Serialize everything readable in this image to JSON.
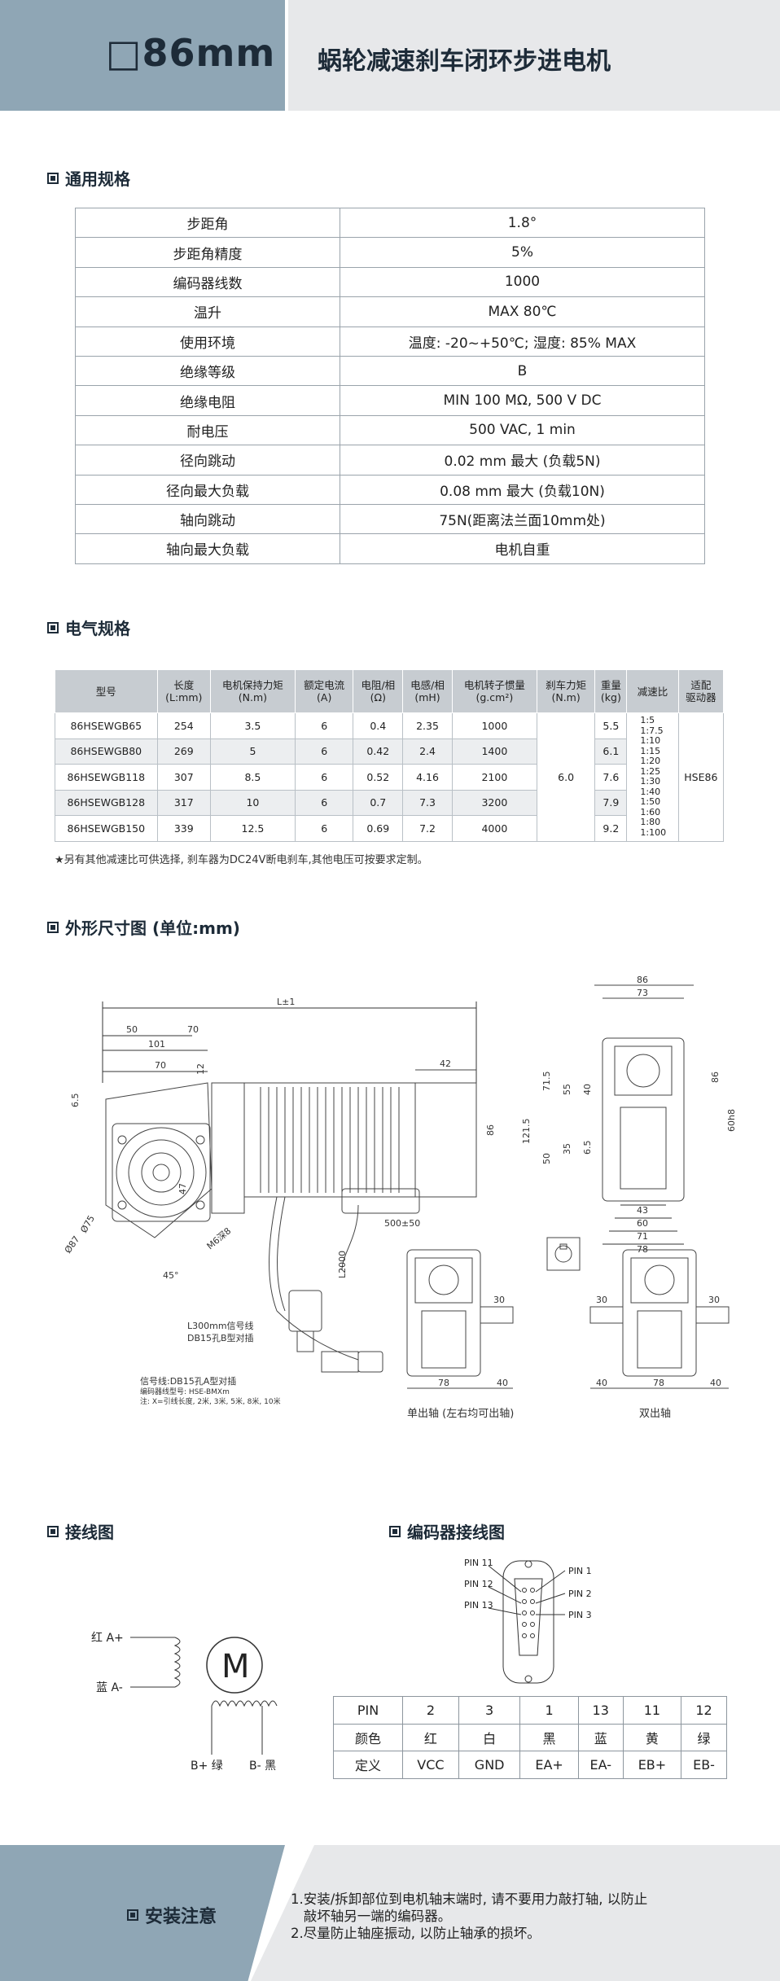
{
  "header": {
    "title": "□86mm",
    "subtitle": "蜗轮减速刹车闭环步进电机"
  },
  "sections": {
    "general": "通用规格",
    "electrical": "电气规格",
    "dimensions": "外形尺寸图 (单位:mm)",
    "wiring": "接线图",
    "encoder": "编码器接线图",
    "install": "安装注意"
  },
  "general_specs": [
    {
      "k": "步距角",
      "v": "1.8°"
    },
    {
      "k": "步距角精度",
      "v": "5%"
    },
    {
      "k": "编码器线数",
      "v": "1000"
    },
    {
      "k": "温升",
      "v": "MAX 80℃"
    },
    {
      "k": "使用环境",
      "v": "温度: -20~+50℃; 湿度: 85% MAX"
    },
    {
      "k": "绝缘等级",
      "v": "B"
    },
    {
      "k": "绝缘电阻",
      "v": "MIN 100 MΩ, 500 V DC"
    },
    {
      "k": "耐电压",
      "v": "500 VAC, 1 min"
    },
    {
      "k": "径向跳动",
      "v": "0.02 mm 最大 (负载5N)"
    },
    {
      "k": "径向最大负载",
      "v": "0.08 mm 最大 (负载10N)"
    },
    {
      "k": "轴向跳动",
      "v": "75N(距离法兰面10mm处)"
    },
    {
      "k": "轴向最大负载",
      "v": "电机自重"
    }
  ],
  "electrical": {
    "headers": [
      "型号",
      "长度\n(L:mm)",
      "电机保持力矩\n(N.m)",
      "额定电流\n(A)",
      "电阻/相\n(Ω)",
      "电感/相\n(mH)",
      "电机转子惯量\n(g.cm²)",
      "刹车力矩\n(N.m)",
      "重量\n(kg)",
      "减速比",
      "适配\n驱动器"
    ],
    "rows": [
      [
        "86HSEWGB65",
        "254",
        "3.5",
        "6",
        "0.4",
        "2.35",
        "1000",
        "5.5"
      ],
      [
        "86HSEWGB80",
        "269",
        "5",
        "6",
        "0.42",
        "2.4",
        "1400",
        "6.1"
      ],
      [
        "86HSEWGB118",
        "307",
        "8.5",
        "6",
        "0.52",
        "4.16",
        "2100",
        "7.6"
      ],
      [
        "86HSEWGB128",
        "317",
        "10",
        "6",
        "0.7",
        "7.3",
        "3200",
        "7.9"
      ],
      [
        "86HSEWGB150",
        "339",
        "12.5",
        "6",
        "0.69",
        "7.2",
        "4000",
        "9.2"
      ]
    ],
    "brake": "6.0",
    "ratios": "1:5\n1:7.5\n1:10\n1:15\n1:20\n1:25\n1:30\n1:40\n1:50\n1:60\n1:80\n1:100",
    "driver": "HSE86",
    "note": "★另有其他减速比可供选择, 刹车器为DC24V断电刹车,其他电压可按要求定制。"
  },
  "drawing": {
    "L": "L±1",
    "d50": "50",
    "d70": "70",
    "d101": "101",
    "d70b": "70",
    "d12": "12",
    "d65": "6.5",
    "d42": "42",
    "d86": "86",
    "d47": "47",
    "m6": "M6深8",
    "d45": "45°",
    "d75": "Ø75",
    "d87": "Ø87",
    "d500": "500±50",
    "l2000": "L2000",
    "sig1": "L300mm信号线",
    "sig2": "DB15孔B型对插",
    "sig3": "信号线:DB15孔A型对插",
    "sig4": "编码器线型号: HSE-BMXm",
    "sig5": "注: X=引线长度, 2米, 3米, 5米, 8米, 10米",
    "r86": "86",
    "r73": "73",
    "r1215": "121.5",
    "r715": "71.5",
    "r55": "55",
    "r40": "40",
    "r50": "50",
    "r35": "35",
    "r65": "6.5",
    "r86v": "86",
    "r60": "60h8",
    "r43": "43",
    "r60b": "60",
    "r71": "71",
    "r78": "78",
    "b78": "78",
    "b40": "40",
    "b30": "30",
    "b30b": "30",
    "b40b": "40",
    "b78b": "78",
    "b40c": "40",
    "b30c": "30",
    "cap_single": "单出轴 (左右均可出轴)",
    "cap_double": "双出轴"
  },
  "wiring": {
    "a_plus": "红 A+",
    "a_minus": "蓝 A-",
    "b_plus": "B+ 绿",
    "b_minus": "B- 黑",
    "motor": "M"
  },
  "encoder": {
    "pins_left": [
      "PIN 11",
      "PIN 12",
      "PIN 13"
    ],
    "pins_right": [
      "PIN 1",
      "PIN 2",
      "PIN 3"
    ],
    "table": [
      [
        "PIN",
        "2",
        "3",
        "1",
        "13",
        "11",
        "12"
      ],
      [
        "颜色",
        "红",
        "白",
        "黑",
        "蓝",
        "黄",
        "绿"
      ],
      [
        "定义",
        "VCC",
        "GND",
        "EA+",
        "EA-",
        "EB+",
        "EB-"
      ]
    ]
  },
  "install": {
    "notes": [
      "1.安装/拆卸部位到电机轴末端时, 请不要用力敲打轴, 以防止",
      "   敲坏轴另一端的编码器。",
      "2.尽量防止轴座振动, 以防止轴承的损坏。"
    ]
  }
}
